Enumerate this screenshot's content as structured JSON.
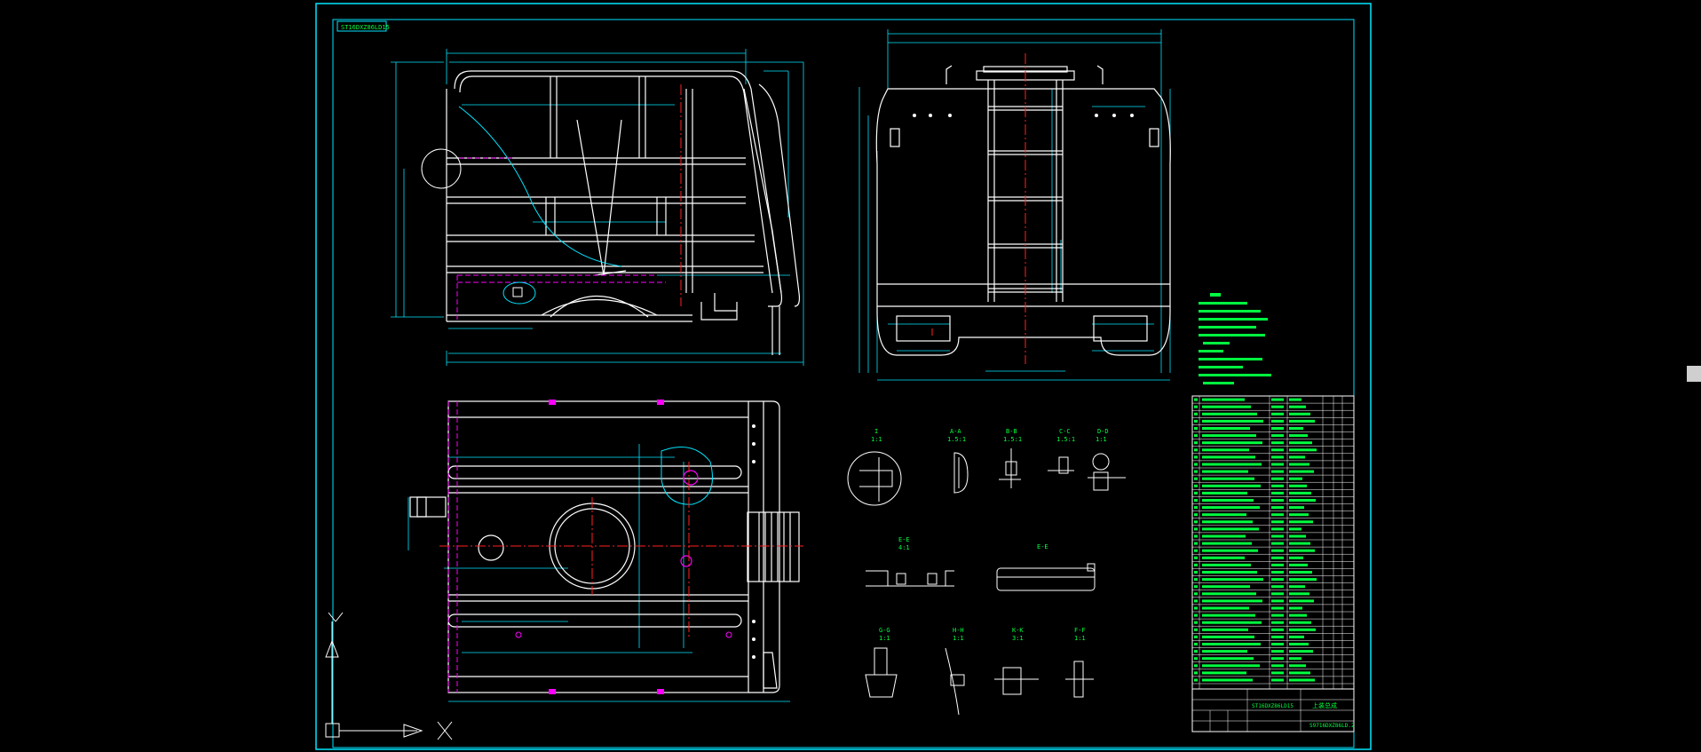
{
  "drawing": {
    "title_tag": "ST16DXZ86LD15",
    "palette": {
      "background": "#000000",
      "frame": "#00e5ff",
      "outline": "#ffffff",
      "dimension": "#00e5ff",
      "text": "#00ff40",
      "centerline": "#ff2020",
      "hidden": "#ff00ff"
    },
    "section_labels": [
      "I",
      "A-A",
      "B-B",
      "C-C",
      "D-D",
      "E-E",
      "E-E",
      "G-G",
      "H-H",
      "K-K",
      "F-F"
    ],
    "scale_labels": [
      "1:1",
      "1.5:1",
      "1.5:1",
      "1.5:1",
      "1:1",
      "4:1",
      "1:1",
      "1:1",
      "3:1",
      "1:1"
    ]
  },
  "title_block": {
    "drawing_number": "ST16DXZ86LD15",
    "part_name": "上装总成",
    "code": "S9716DXZ86LD.2"
  },
  "bom_note": "parts list table (rows of item no., drawing code, name, qty, material)"
}
